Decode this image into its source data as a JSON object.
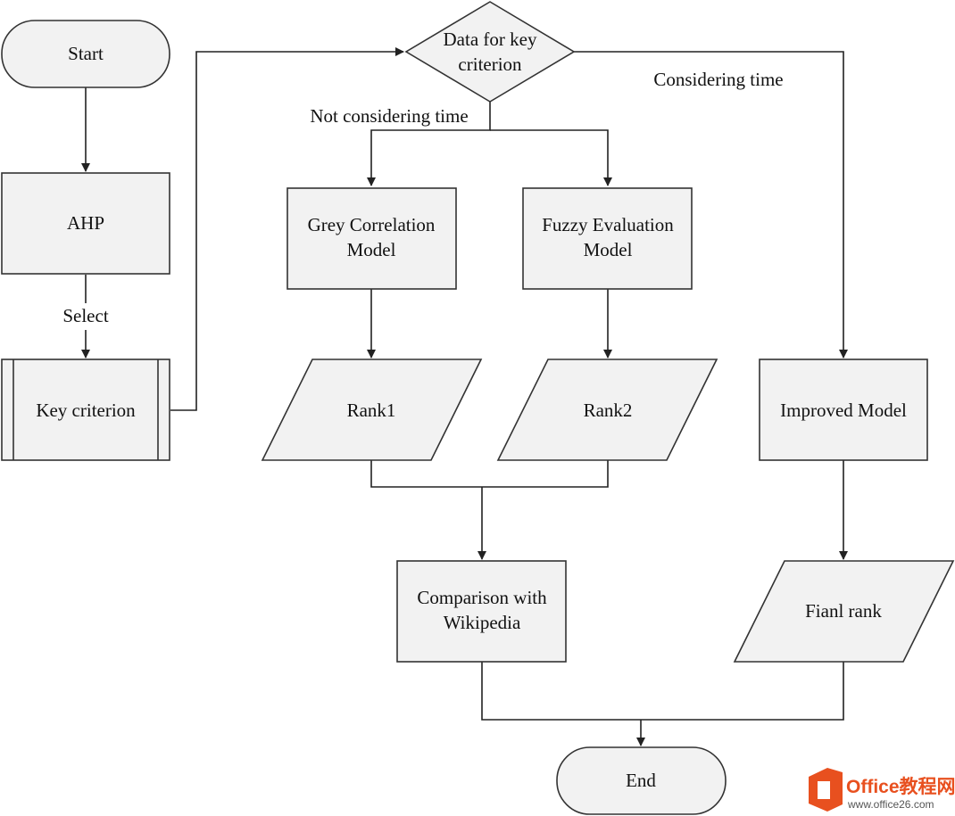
{
  "nodes": {
    "start": "Start",
    "ahp": "AHP",
    "key_criterion": "Key criterion",
    "decision": [
      "Data for key",
      "criterion"
    ],
    "grey": [
      "Grey Correlation",
      "Model"
    ],
    "fuzzy": [
      "Fuzzy Evaluation",
      "Model"
    ],
    "rank1": "Rank1",
    "rank2": "Rank2",
    "improved": "Improved Model",
    "comparison": [
      "Comparison with",
      "Wikipedia"
    ],
    "final_rank": "Fianl rank",
    "end": "End"
  },
  "edge_labels": {
    "select": "Select",
    "not_considering": "Not considering time",
    "considering": "Considering time"
  },
  "watermark": {
    "brand": "Office教程网",
    "url": "www.office26.com"
  }
}
